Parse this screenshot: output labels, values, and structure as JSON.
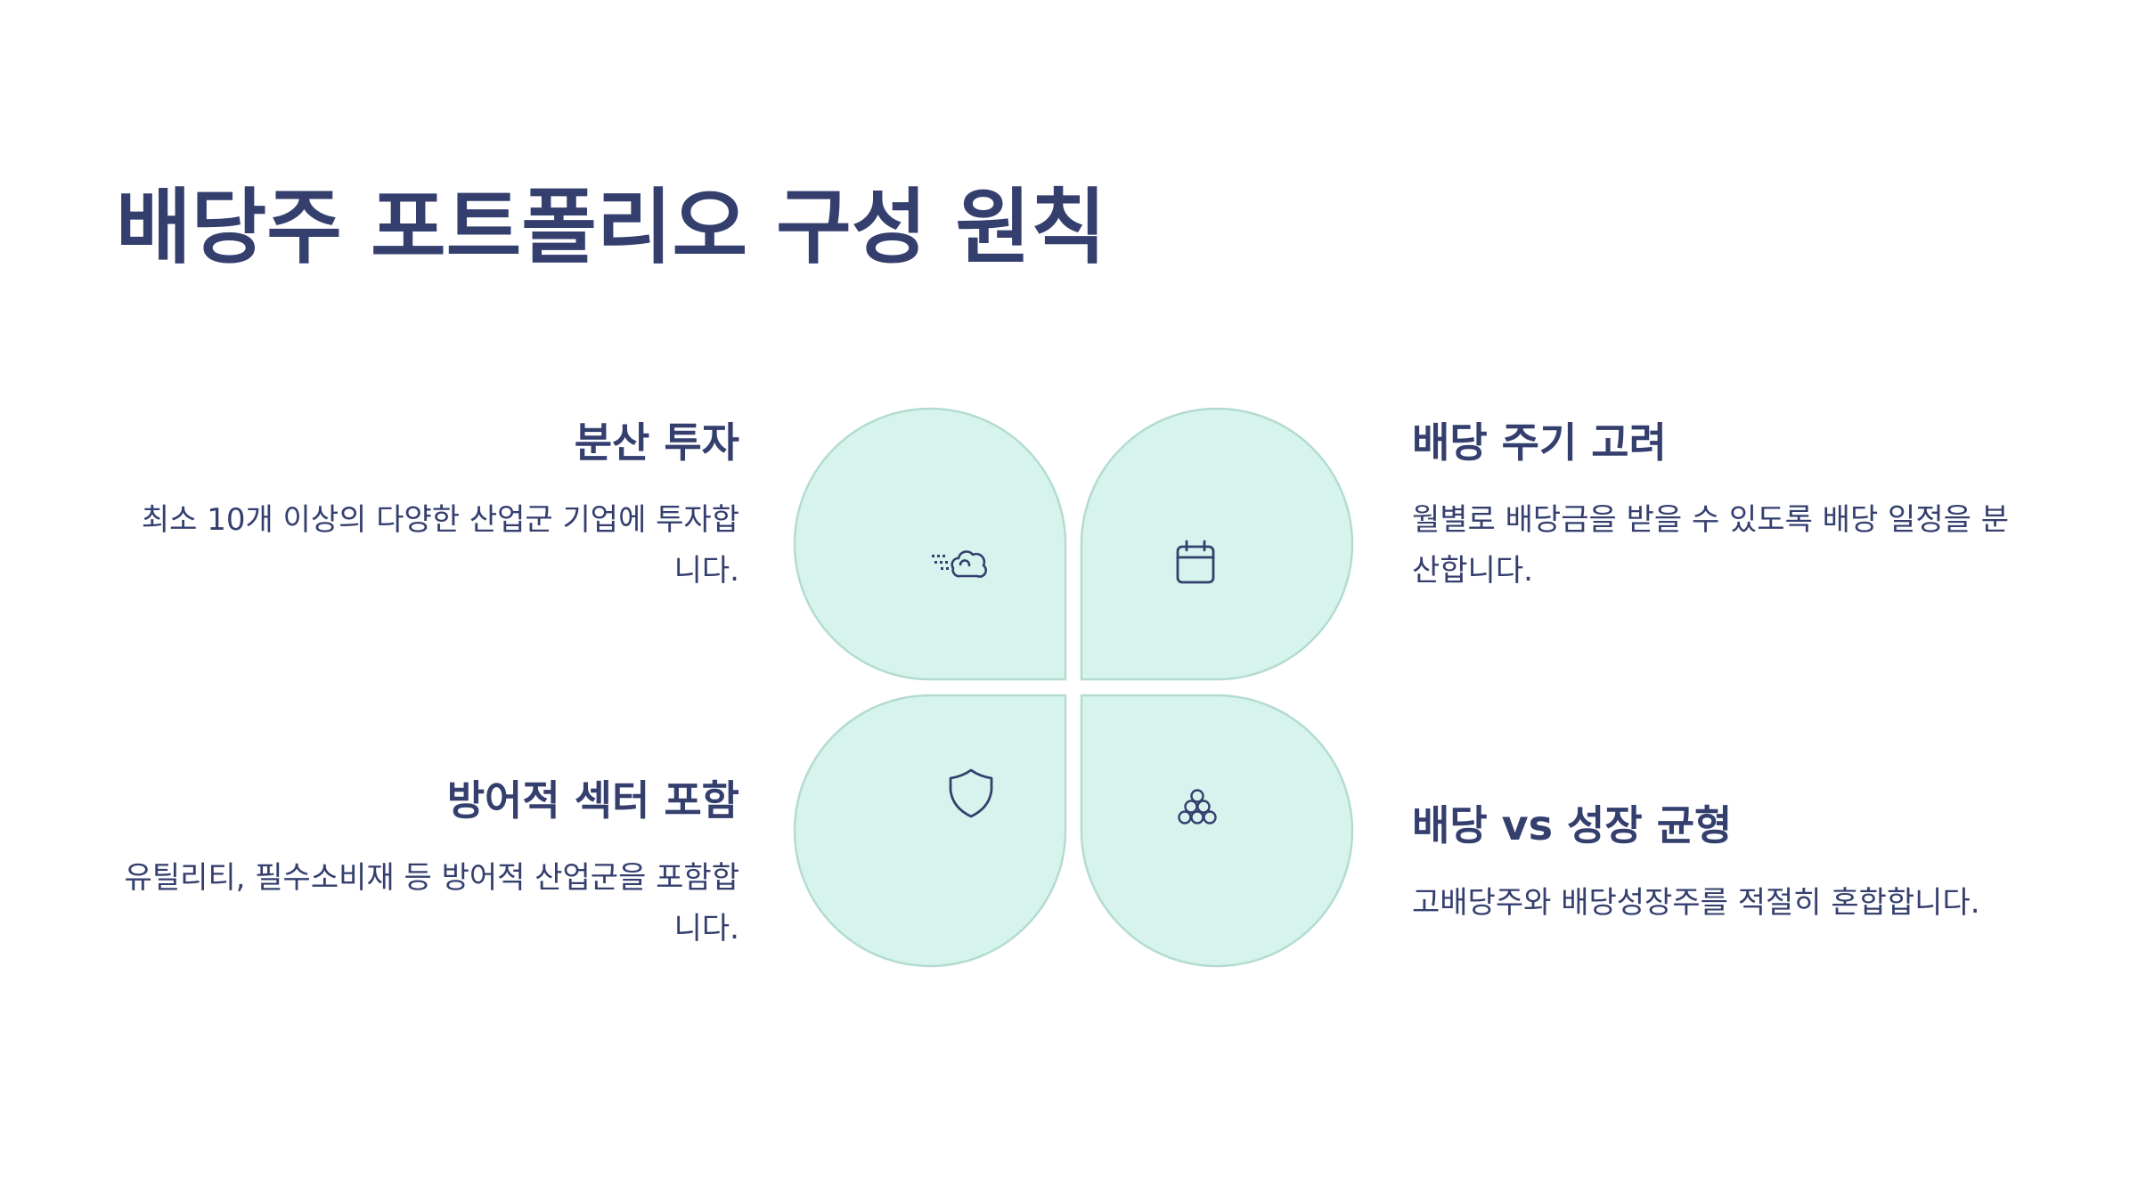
{
  "title": "배당주 포트폴리오 구성 원칙",
  "colors": {
    "text": "#343f6e",
    "petal_fill": "#d6f4ed",
    "petal_stroke": "#b3dccf",
    "icon": "#343f6e"
  },
  "items": [
    {
      "heading": "분산 투자",
      "body": "최소 10개 이상의 다양한 산업군 기업에 투자합니다.",
      "icon": "cloud-icon"
    },
    {
      "heading": "배당 주기 고려",
      "body": "월별로 배당금을 받을 수 있도록 배당 일정을 분산합니다.",
      "icon": "calendar-icon"
    },
    {
      "heading": "방어적 섹터 포함",
      "body": "유틸리티, 필수소비재 등 방어적 산업군을 포함합니다.",
      "icon": "shield-icon"
    },
    {
      "heading": "배당 vs 성장 균형",
      "body": "고배당주와 배당성장주를 적절히 혼합합니다.",
      "icon": "balls-icon"
    }
  ]
}
